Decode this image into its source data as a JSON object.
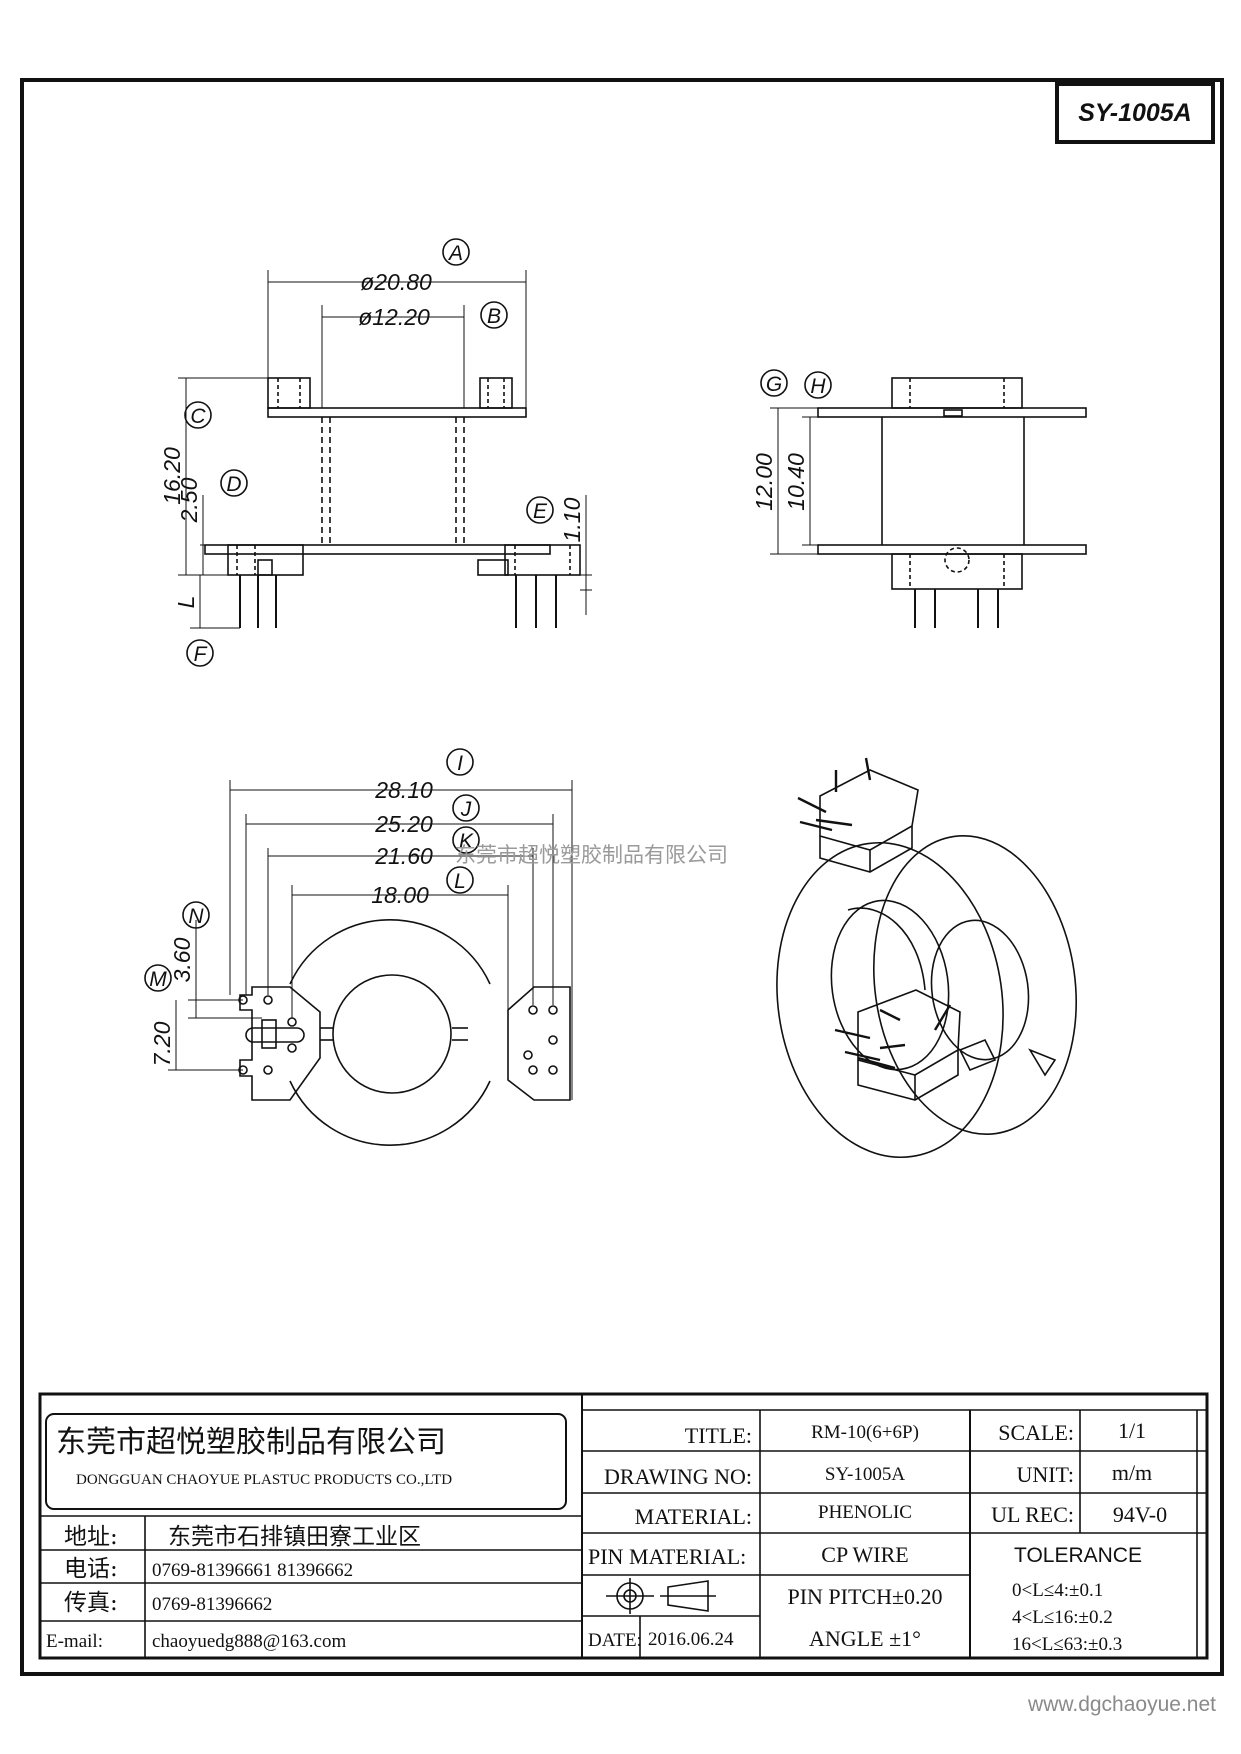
{
  "drawing_number_box": "SY-1005A",
  "side_view": {
    "dims": {
      "A": "ø20.80",
      "B": "ø12.20",
      "C": "16.20",
      "D": "2.50",
      "E": "1.10",
      "L": "L"
    },
    "labels": [
      "A",
      "B",
      "C",
      "D",
      "E",
      "F"
    ]
  },
  "front_view": {
    "dims": {
      "G": "12.00",
      "H": "10.40"
    },
    "labels": [
      "G",
      "H"
    ]
  },
  "bottom_view": {
    "dims": {
      "I": "28.10",
      "J": "25.20",
      "K": "21.60",
      "L": "18.00",
      "N": "3.60",
      "M": "7.20"
    },
    "labels": [
      "I",
      "J",
      "K",
      "L",
      "N",
      "M"
    ]
  },
  "watermark": "东莞市超悦塑胶制品有限公司",
  "website": "www.dgchaoyue.net",
  "title_block": {
    "company_cn": "东莞市超悦塑胶制品有限公司",
    "company_en": "DONGGUAN CHAOYUE PLASTUC PRODUCTS CO.,LTD",
    "address_label": "地址:",
    "address": "东莞市石排镇田寮工业区",
    "phone_label": "电话:",
    "phone": "0769-81396661   81396662",
    "fax_label": "传真:",
    "fax": "0769-81396662",
    "email_label": "E-mail:",
    "email": "chaoyuedg888@163.com",
    "title_label": "TITLE:",
    "title": "RM-10(6+6P)",
    "drawing_no_label": "DRAWING NO:",
    "drawing_no": "SY-1005A",
    "material_label": "MATERIAL:",
    "material": "PHENOLIC",
    "pin_material_label": "PIN MATERIAL:",
    "pin_material": "CP WIRE",
    "pin_pitch": "PIN PITCH±0.20",
    "angle": "ANGLE  ±1°",
    "date_label": "DATE:",
    "date": "2016.06.24",
    "scale_label": "SCALE:",
    "scale": "1/1",
    "unit_label": "UNIT:",
    "unit": "m/m",
    "ul_label": "UL REC:",
    "ul": "94V-0",
    "tolerance_label": "TOLERANCE",
    "tolerances": [
      "0<L≤4:±0.1",
      "4<L≤16:±0.2",
      "16<L≤63:±0.3"
    ]
  }
}
